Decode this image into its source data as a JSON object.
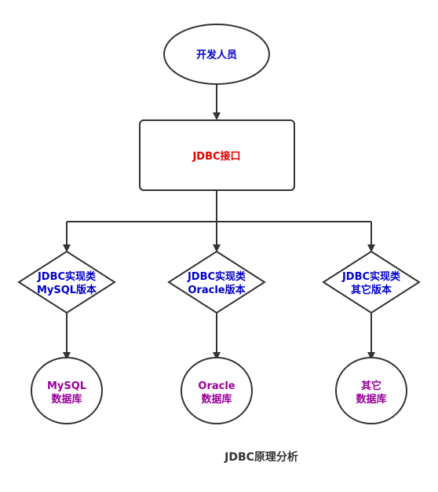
{
  "colors": {
    "stroke": "#333333",
    "developer_text": "#0000cc",
    "interface_text": "#e00000",
    "impl_text": "#0000cc",
    "db_text": "#990099",
    "caption_text": "#333333"
  },
  "nodes": {
    "developer": {
      "label": "开发人员"
    },
    "interface": {
      "label": "JDBC接口"
    },
    "impl_mysql": {
      "line1": "JDBC实现类",
      "line2": "MySQL版本"
    },
    "impl_oracle": {
      "line1": "JDBC实现类",
      "line2": "Oracle版本"
    },
    "impl_other": {
      "line1": "JDBC实现类",
      "line2": "其它版本"
    },
    "db_mysql": {
      "line1": "MySQL",
      "line2": "数据库"
    },
    "db_oracle": {
      "line1": "Oracle",
      "line2": "数据库"
    },
    "db_other": {
      "line1": "其它",
      "line2": "数据库"
    }
  },
  "caption": "JDBC原理分析"
}
